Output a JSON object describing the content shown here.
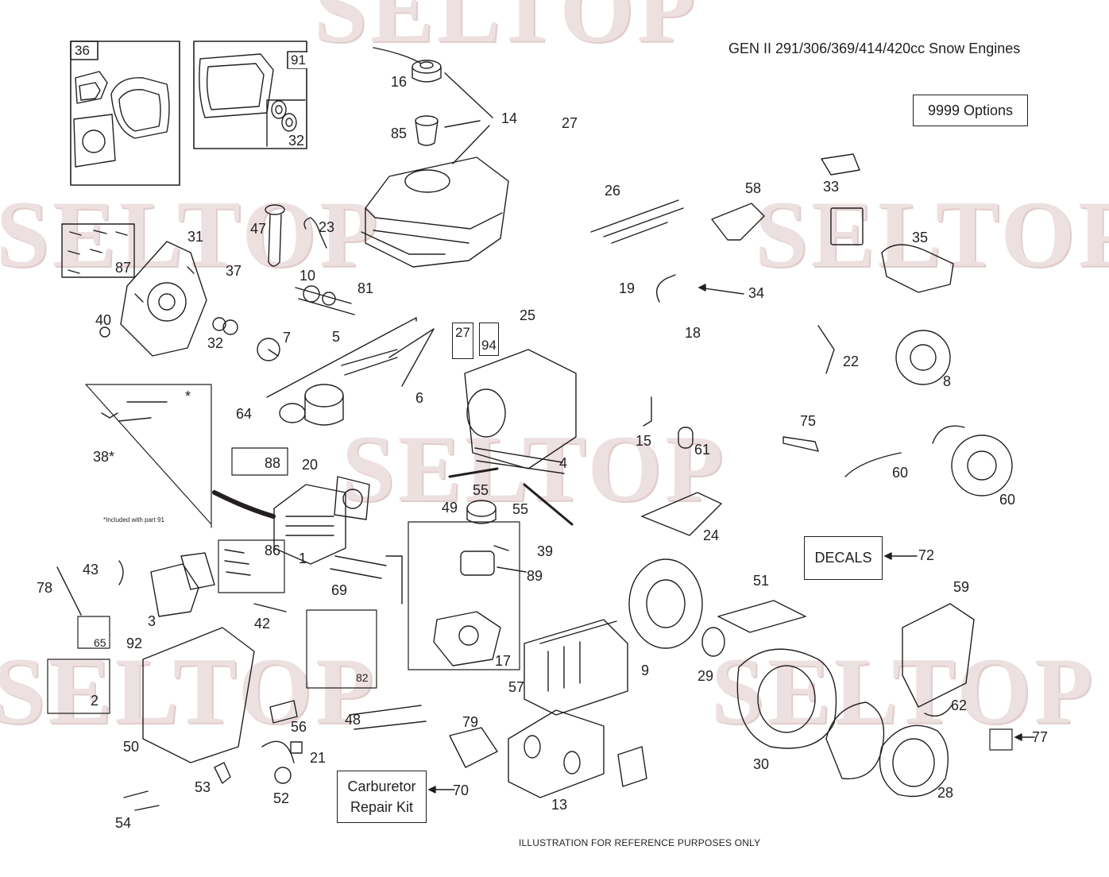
{
  "diagram": {
    "title": "GEN II 291/306/369/414/420cc Snow Engines",
    "footer": "ILLUSTRATION FOR REFERENCE PURPOSES ONLY",
    "watermark": "SELTOP",
    "note_included": "*Included with part 91",
    "boxes": {
      "options": "9999  Options",
      "decals": "DECALS",
      "carb_kit": "Carburetor Repair Kit"
    },
    "callouts": {
      "c36": "36",
      "c91": "91",
      "c32a": "32",
      "c16": "16",
      "c14": "14",
      "c85": "85",
      "c27a": "27",
      "c26": "26",
      "c58": "58",
      "c33": "33",
      "c35": "35",
      "c47": "47",
      "c23": "23",
      "c31": "31",
      "c87": "87",
      "c37": "37",
      "c10": "10",
      "c81": "81",
      "c19": "19",
      "c34": "34",
      "c18": "18",
      "c40": "40",
      "c32b": "32",
      "c7": "7",
      "c5": "5",
      "c27b": "27",
      "c94": "94",
      "c25": "25",
      "c22": "22",
      "c8": "8",
      "c6": "6",
      "c64": "64",
      "c38": "38*",
      "star": "*",
      "c88": "88",
      "c20": "20",
      "c4": "4",
      "c15": "15",
      "c61": "61",
      "c75": "75",
      "c60a": "60",
      "c60b": "60",
      "c49": "49",
      "c55a": "55",
      "c55b": "55",
      "c24": "24",
      "c1": "1",
      "c86": "86",
      "c39": "39",
      "c89": "89",
      "c72": "72",
      "c43": "43",
      "c78": "78",
      "c3": "3",
      "c69": "69",
      "c42": "42",
      "c51": "51",
      "c59": "59",
      "c65": "65",
      "c92": "92",
      "c82": "82",
      "c17": "17",
      "c57": "57",
      "c9": "9",
      "c29": "29",
      "c2": "2",
      "c48": "48",
      "c56": "56",
      "c79": "79",
      "c62": "62",
      "c77": "77",
      "c50": "50",
      "c21": "21",
      "c30": "30",
      "c70": "70",
      "c53": "53",
      "c52": "52",
      "c13": "13",
      "c28": "28",
      "c54": "54"
    }
  },
  "colors": {
    "line": "#231f20",
    "watermark": "#e8d6d6"
  }
}
